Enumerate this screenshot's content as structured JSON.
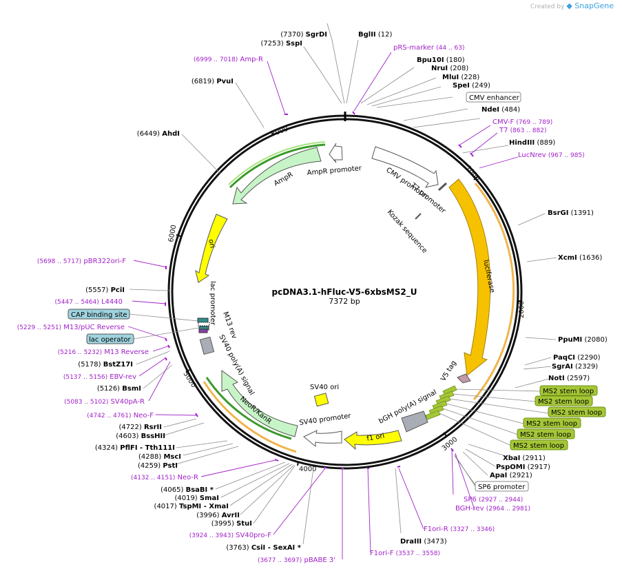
{
  "credit": {
    "prefix": "Created by",
    "brand": "SnapGene"
  },
  "plasmid": {
    "name": "pcDNA3.1-hFluc-V5-6xbsMS2_U",
    "length": "7372 bp"
  },
  "ticks": [
    "1000",
    "2000",
    "3000",
    "4000",
    "5000",
    "6000",
    "7000"
  ],
  "colors": {
    "site": "#000000",
    "primer": "#a020c8",
    "stem": "#a5c636",
    "arc": "#111111"
  },
  "sites": [
    {
      "pos": "(7370)",
      "name": "SgrDI"
    },
    {
      "pos": "(7253)",
      "name": "SspI"
    },
    {
      "pos": "(12)",
      "name": "BglII"
    },
    {
      "pos": "(180)",
      "name": "Bpu10I"
    },
    {
      "pos": "(208)",
      "name": "NruI"
    },
    {
      "pos": "(228)",
      "name": "MluI"
    },
    {
      "pos": "(249)",
      "name": "SpeI"
    },
    {
      "pos": "(484)",
      "name": "NdeI"
    },
    {
      "pos": "(889)",
      "name": "HindIII"
    },
    {
      "pos": "(1391)",
      "name": "BsrGI"
    },
    {
      "pos": "(1636)",
      "name": "XcmI"
    },
    {
      "pos": "(2080)",
      "name": "PpuMI"
    },
    {
      "pos": "(2290)",
      "name": "PaqCI"
    },
    {
      "pos": "(2329)",
      "name": "SgrAI"
    },
    {
      "pos": "(2597)",
      "name": "NotI"
    },
    {
      "pos": "(2911)",
      "name": "XbaI"
    },
    {
      "pos": "(2917)",
      "name": "PspOMI"
    },
    {
      "pos": "(2921)",
      "name": "ApaI"
    },
    {
      "pos": "(3473)",
      "name": "DraIII"
    },
    {
      "pos": "(6819)",
      "name": "PvuI"
    },
    {
      "pos": "(6449)",
      "name": "AhdI"
    },
    {
      "pos": "(5557)",
      "name": "PciI"
    },
    {
      "pos": "(5178)",
      "name": "BstZ17I"
    },
    {
      "pos": "(5126)",
      "name": "BsmI"
    },
    {
      "pos": "(4722)",
      "name": "RsrII"
    },
    {
      "pos": "(4603)",
      "name": "BssHII"
    },
    {
      "pos": "(4324)",
      "name": "PflFI - Tth111I"
    },
    {
      "pos": "(4288)",
      "name": "MscI"
    },
    {
      "pos": "(4259)",
      "name": "PstI"
    },
    {
      "pos": "(4065)",
      "name": "BsaBI *"
    },
    {
      "pos": "(4019)",
      "name": "SmaI"
    },
    {
      "pos": "(4017)",
      "name": "TspMI - XmaI"
    },
    {
      "pos": "(3996)",
      "name": "AvrII"
    },
    {
      "pos": "(3995)",
      "name": "StuI"
    },
    {
      "pos": "(3763)",
      "name": "CsiI - SexAI *"
    }
  ],
  "primers": [
    {
      "pos": "(6999 .. 7018)",
      "name": "Amp-R"
    },
    {
      "pos": "(44 .. 63)",
      "name": "pRS-marker"
    },
    {
      "pos": "(769 .. 789)",
      "name": "CMV-F"
    },
    {
      "pos": "(863 .. 882)",
      "name": "T7"
    },
    {
      "pos": "(967 .. 985)",
      "name": "LucNrev"
    },
    {
      "pos": "(5698 .. 5717)",
      "name": "pBR322ori-F"
    },
    {
      "pos": "(5447 .. 5464)",
      "name": "L4440"
    },
    {
      "pos": "(5229 .. 5251)",
      "name": "M13/pUC Reverse"
    },
    {
      "pos": "(5216 .. 5232)",
      "name": "M13 Reverse"
    },
    {
      "pos": "(5137 .. 5156)",
      "name": "EBV-rev"
    },
    {
      "pos": "(5083 .. 5102)",
      "name": "SV40pA-R"
    },
    {
      "pos": "(4742 .. 4761)",
      "name": "Neo-F"
    },
    {
      "pos": "(4132 .. 4151)",
      "name": "Neo-R"
    },
    {
      "pos": "(3924 .. 3943)",
      "name": "SV40pro-F"
    },
    {
      "pos": "(3677 .. 3697)",
      "name": "pBABE 3'"
    },
    {
      "pos": "(3537 .. 3558)",
      "name": "F1ori-F"
    },
    {
      "pos": "(3327 .. 3346)",
      "name": "F1ori-R"
    },
    {
      "pos": "(2927 .. 2944)",
      "name": "SP6"
    },
    {
      "pos": "(2964 .. 2981)",
      "name": "BGH-rev"
    }
  ],
  "boxed": [
    {
      "name": "CMV enhancer"
    },
    {
      "name": "CAP binding site"
    },
    {
      "name": "lac operator"
    },
    {
      "name": "SP6 promoter"
    }
  ],
  "stems": [
    "MS2 stem loop",
    "MS2 stem loop",
    "MS2 stem loop",
    "MS2 stem loop",
    "MS2 stem loop",
    "MS2 stem loop"
  ],
  "features": [
    {
      "name": "AmpR"
    },
    {
      "name": "AmpR promoter"
    },
    {
      "name": "ori"
    },
    {
      "name": "CMV promoter"
    },
    {
      "name": "T7 promoter"
    },
    {
      "name": "Kozak sequence"
    },
    {
      "name": "luciferase"
    },
    {
      "name": "V5 tag"
    },
    {
      "name": "bGH poly(A) signal"
    },
    {
      "name": "f1 ori"
    },
    {
      "name": "SV40 promoter"
    },
    {
      "name": "SV40 ori"
    },
    {
      "name": "NeoR/KanR"
    },
    {
      "name": "SV40 poly(A) signal"
    },
    {
      "name": "lac promoter"
    },
    {
      "name": "M13 rev"
    }
  ]
}
